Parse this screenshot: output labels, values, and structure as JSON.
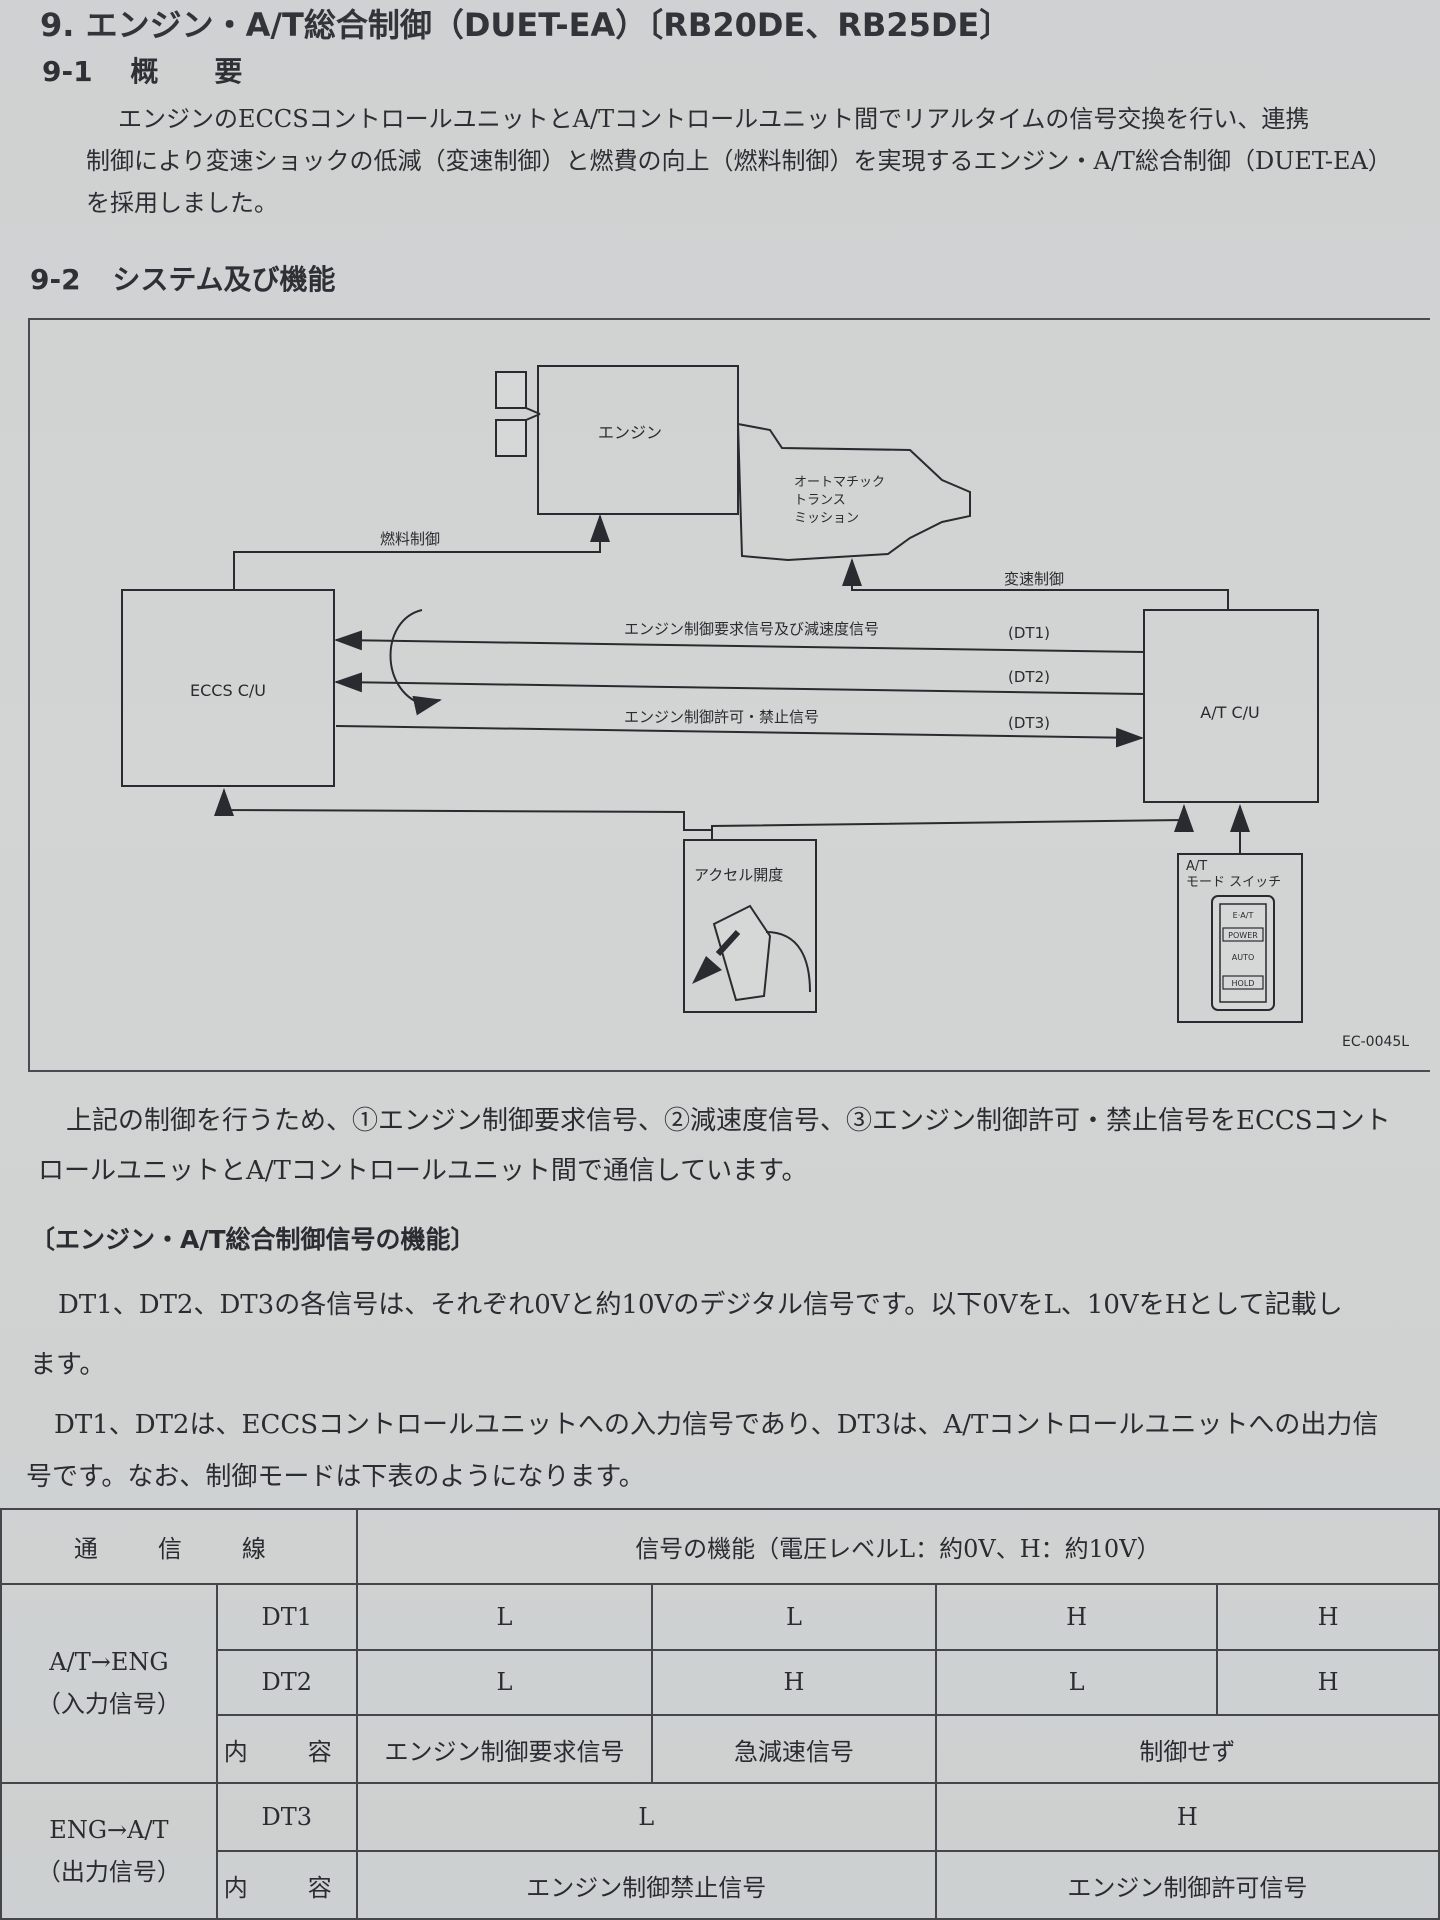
{
  "section": {
    "heading": "9. エンジン・A/T総合制御（DUET-EA）〔RB20DE、RB25DE〕"
  },
  "overview": {
    "number": "9-1",
    "title": "概　　要",
    "lines": [
      "エンジンのECCSコントロールユニットとA/Tコントロールユニット間でリアルタイムの信号交換を行い、連携",
      "制御により変速ショックの低減（変速制御）と燃費の向上（燃料制御）を実現するエンジン・A/T総合制御（DUET-EA）",
      "を採用しました。"
    ]
  },
  "system": {
    "number": "9-2",
    "title": "システム及び機能"
  },
  "diagram": {
    "engine": "エンジン",
    "transmission": [
      "オートマチック",
      "トランス",
      "ミッション"
    ],
    "fuel_control": "燃料制御",
    "shift_control": "変速制御",
    "eccs": "ECCS C/U",
    "at_cu": "A/T C/U",
    "signal_dt1": "エンジン制御要求信号及び減速度信号",
    "signal_dt3": "エンジン制御許可・禁止信号",
    "dt1": "(DT1)",
    "dt2": "(DT2)",
    "dt3": "(DT3)",
    "accel": "アクセル開度",
    "mode_switch": [
      "A/T",
      "モード スイッチ"
    ],
    "switch_labels": [
      "E·A/T",
      "POWER",
      "AUTO",
      "HOLD"
    ],
    "figure_id": "EC-0045L"
  },
  "body": {
    "para1": [
      "上記の制御を行うため、①エンジン制御要求信号、②減速度信号、③エンジン制御許可・禁止信号をECCSコント",
      "ロールユニットとA/Tコントロールユニット間で通信しています。"
    ],
    "func_heading": "〔エンジン・A/T総合制御信号の機能〕",
    "para2": [
      "DT1、DT2、DT3の各信号は、それぞれ0Vと約10Vのデジタル信号です。以下0VをL、10VをHとして記載し",
      "ます。"
    ],
    "para3": [
      "DT1、DT2は、ECCSコントロールユニットへの入力信号であり、DT3は、A/Tコントロールユニットへの出力信",
      "号です。なお、制御モードは下表のようになります。"
    ]
  },
  "table": {
    "header_line": "通　信　線",
    "header_func": "信号の機能（電圧レベルL：約0V、H：約10V）",
    "at_eng": "A/T→ENG",
    "at_eng_sub": "（入力信号）",
    "eng_at": "ENG→A/T",
    "eng_at_sub": "（出力信号）",
    "dt1": "DT1",
    "dt2": "DT2",
    "dt3": "DT3",
    "content": "内　容",
    "dt1_values": [
      "L",
      "L",
      "H",
      "H"
    ],
    "dt2_values": [
      "L",
      "H",
      "L",
      "H"
    ],
    "content_in": [
      "エンジン制御要求信号",
      "急減速信号",
      "制御せず"
    ],
    "dt3_values": [
      "L",
      "H"
    ],
    "content_out": [
      "エンジン制御禁止信号",
      "エンジン制御許可信号"
    ]
  }
}
